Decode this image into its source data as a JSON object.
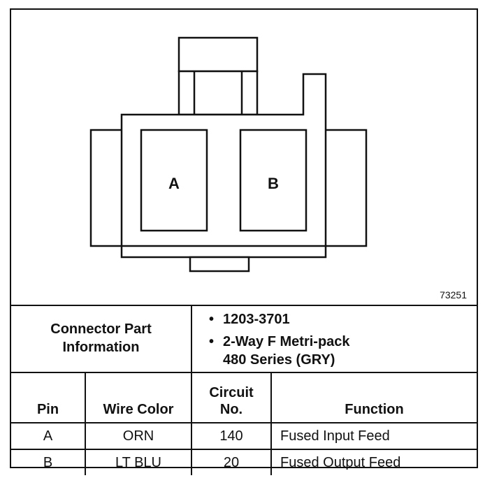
{
  "diagram": {
    "pin_a": "A",
    "pin_b": "B",
    "figure_number": "73251"
  },
  "connector_info": {
    "label_line1": "Connector Part",
    "label_line2": "Information",
    "part_number": "1203-3701",
    "description_line1": "2-Way F Metri-pack",
    "description_line2": "480 Series (GRY)",
    "bullet": "•"
  },
  "table": {
    "headers": {
      "pin": "Pin",
      "wire_color": "Wire Color",
      "circuit_line1": "Circuit",
      "circuit_line2": "No.",
      "function": "Function"
    },
    "rows": [
      {
        "pin": "A",
        "wire_color": "ORN",
        "circuit": "140",
        "function": "Fused Input Feed"
      },
      {
        "pin": "B",
        "wire_color": "LT BLU",
        "circuit": "20",
        "function": "Fused Output Feed"
      }
    ]
  }
}
